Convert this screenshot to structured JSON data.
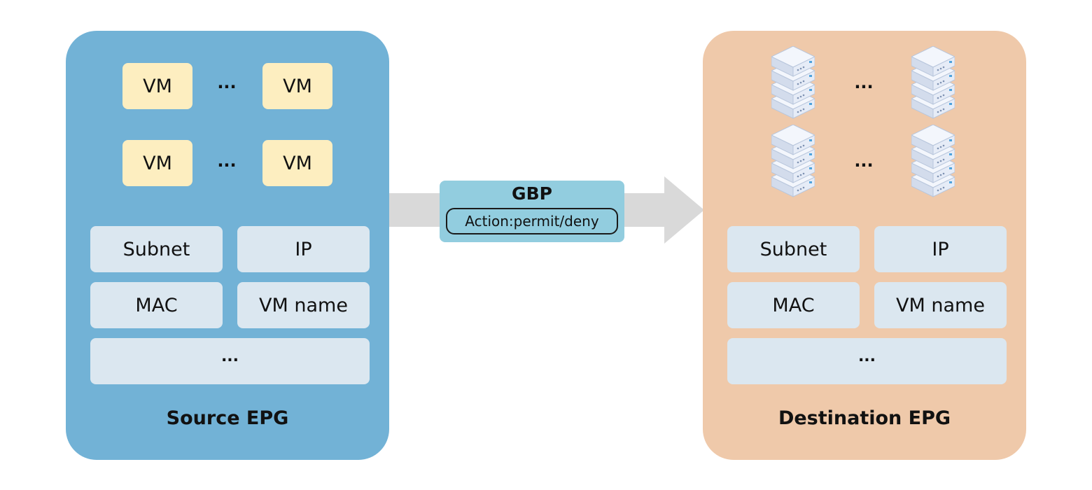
{
  "source_epg": {
    "label": "Source EPG",
    "vm_label": "VM",
    "ellipsis": "...",
    "attributes": [
      "Subnet",
      "IP",
      "MAC",
      "VM name",
      "..."
    ]
  },
  "destination_epg": {
    "label": "Destination EPG",
    "ellipsis": "...",
    "attributes": [
      "Subnet",
      "IP",
      "MAC",
      "VM name",
      "..."
    ],
    "server_icon": "server-stack-icon"
  },
  "policy": {
    "title": "GBP",
    "action": "Action:permit/deny"
  },
  "colors": {
    "source_epg": "#72b2d6",
    "destination_epg": "#efc9aa",
    "vm_box": "#fdeec0",
    "attribute_box": "#dbe7f0",
    "policy_box": "#92cddf",
    "arrow": "#d9d9d9"
  }
}
